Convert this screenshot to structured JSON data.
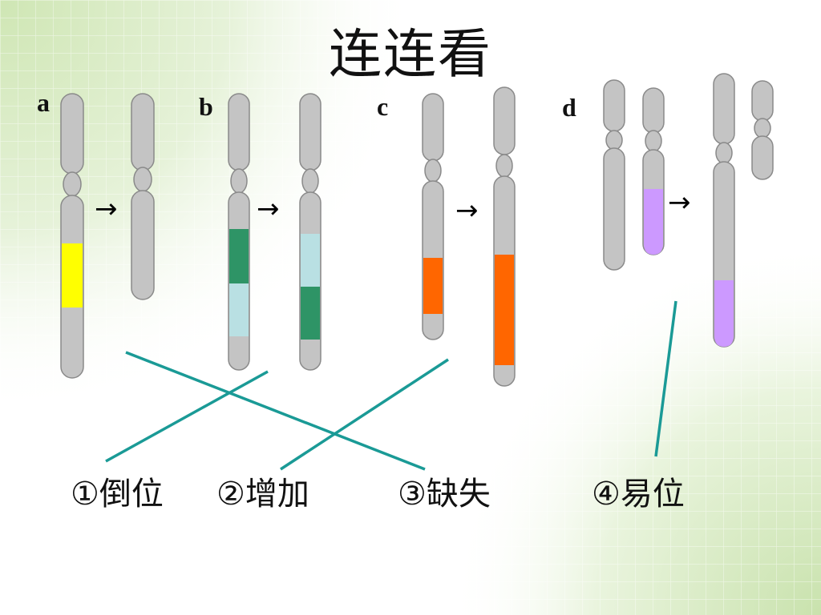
{
  "title": "连连看",
  "colors": {
    "chromosome": "#c4c4c4",
    "chromosome_outline": "#8a8a8a",
    "yellow_segment": "#ffff00",
    "dark_green_segment": "#2e9466",
    "light_blue_segment": "#b9e0e3",
    "orange_segment": "#ff6600",
    "purple_segment": "#cc99ff",
    "line": "#1a9a96",
    "arrow": "#000000"
  },
  "panels": [
    {
      "id": "a",
      "label": "a",
      "arrow": "→"
    },
    {
      "id": "b",
      "label": "b",
      "arrow": "→"
    },
    {
      "id": "c",
      "label": "c",
      "arrow": "→"
    },
    {
      "id": "d",
      "label": "d",
      "arrow": "→"
    }
  ],
  "options": [
    {
      "id": "1",
      "label": "①倒位"
    },
    {
      "id": "2",
      "label": "②增加"
    },
    {
      "id": "3",
      "label": "③缺失"
    },
    {
      "id": "4",
      "label": "④易位"
    }
  ],
  "matches": [
    {
      "panel": "a",
      "option": "3"
    },
    {
      "panel": "b",
      "option": "1"
    },
    {
      "panel": "c",
      "option": "2"
    },
    {
      "panel": "d",
      "option": "4"
    }
  ]
}
